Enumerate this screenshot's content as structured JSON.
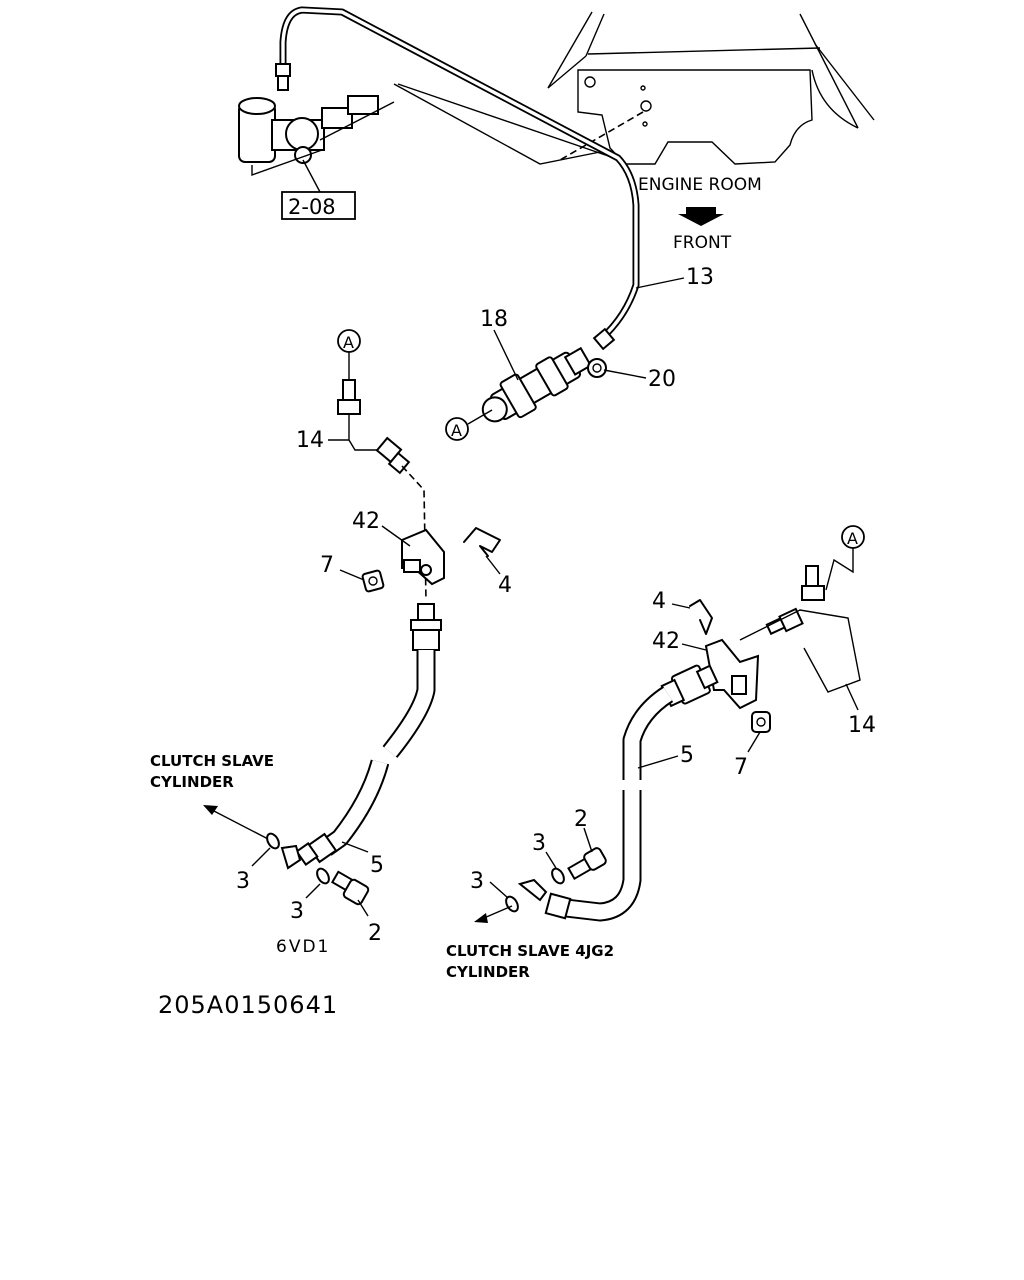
{
  "labels": {
    "engine_room": "ENGINE ROOM",
    "front": "FRONT",
    "ref_box": "2-08",
    "item_13": "13",
    "item_18": "18",
    "item_20": "20",
    "callout_a": "A",
    "item_14": "14",
    "item_42": "42",
    "item_7": "7",
    "item_4": "4",
    "item_5": "5",
    "item_3": "3",
    "item_2": "2",
    "clutch_slave_line1": "CLUTCH SLAVE",
    "clutch_slave_line2": "CYLINDER",
    "clutch_slave_4jg2_line1": "CLUTCH SLAVE 4JG2",
    "clutch_slave_4jg2_line2": "CYLINDER",
    "variant_6vd1": "6VD1",
    "diagram_code": "205A0150641"
  }
}
